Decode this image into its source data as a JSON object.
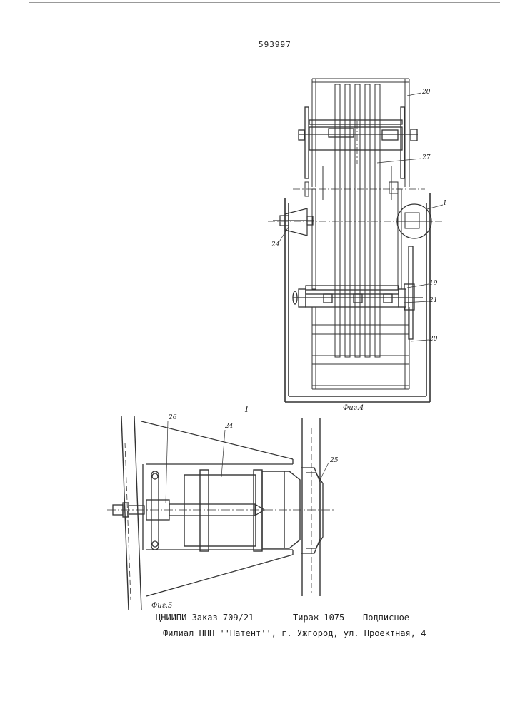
{
  "document": {
    "page_number": "593997"
  },
  "figure4": {
    "caption": "Фиг.4",
    "labels": {
      "l20a": "20",
      "l27": "27",
      "lI": "I",
      "l24": "24",
      "l19": "19",
      "l21": "21",
      "l20b": "20"
    }
  },
  "figure5": {
    "detail_mark": "I",
    "caption": "Фиг.5",
    "labels": {
      "l26": "26",
      "l24": "24",
      "l25": "25"
    }
  },
  "footer": {
    "org_order": "ЦНИИПИ Заказ 709/21",
    "circulation": "Тираж 1075",
    "subscription": "Подписное",
    "branch": "Филиал ППП ''Патент'', г. Ужгород, ул. Проектная, 4"
  }
}
